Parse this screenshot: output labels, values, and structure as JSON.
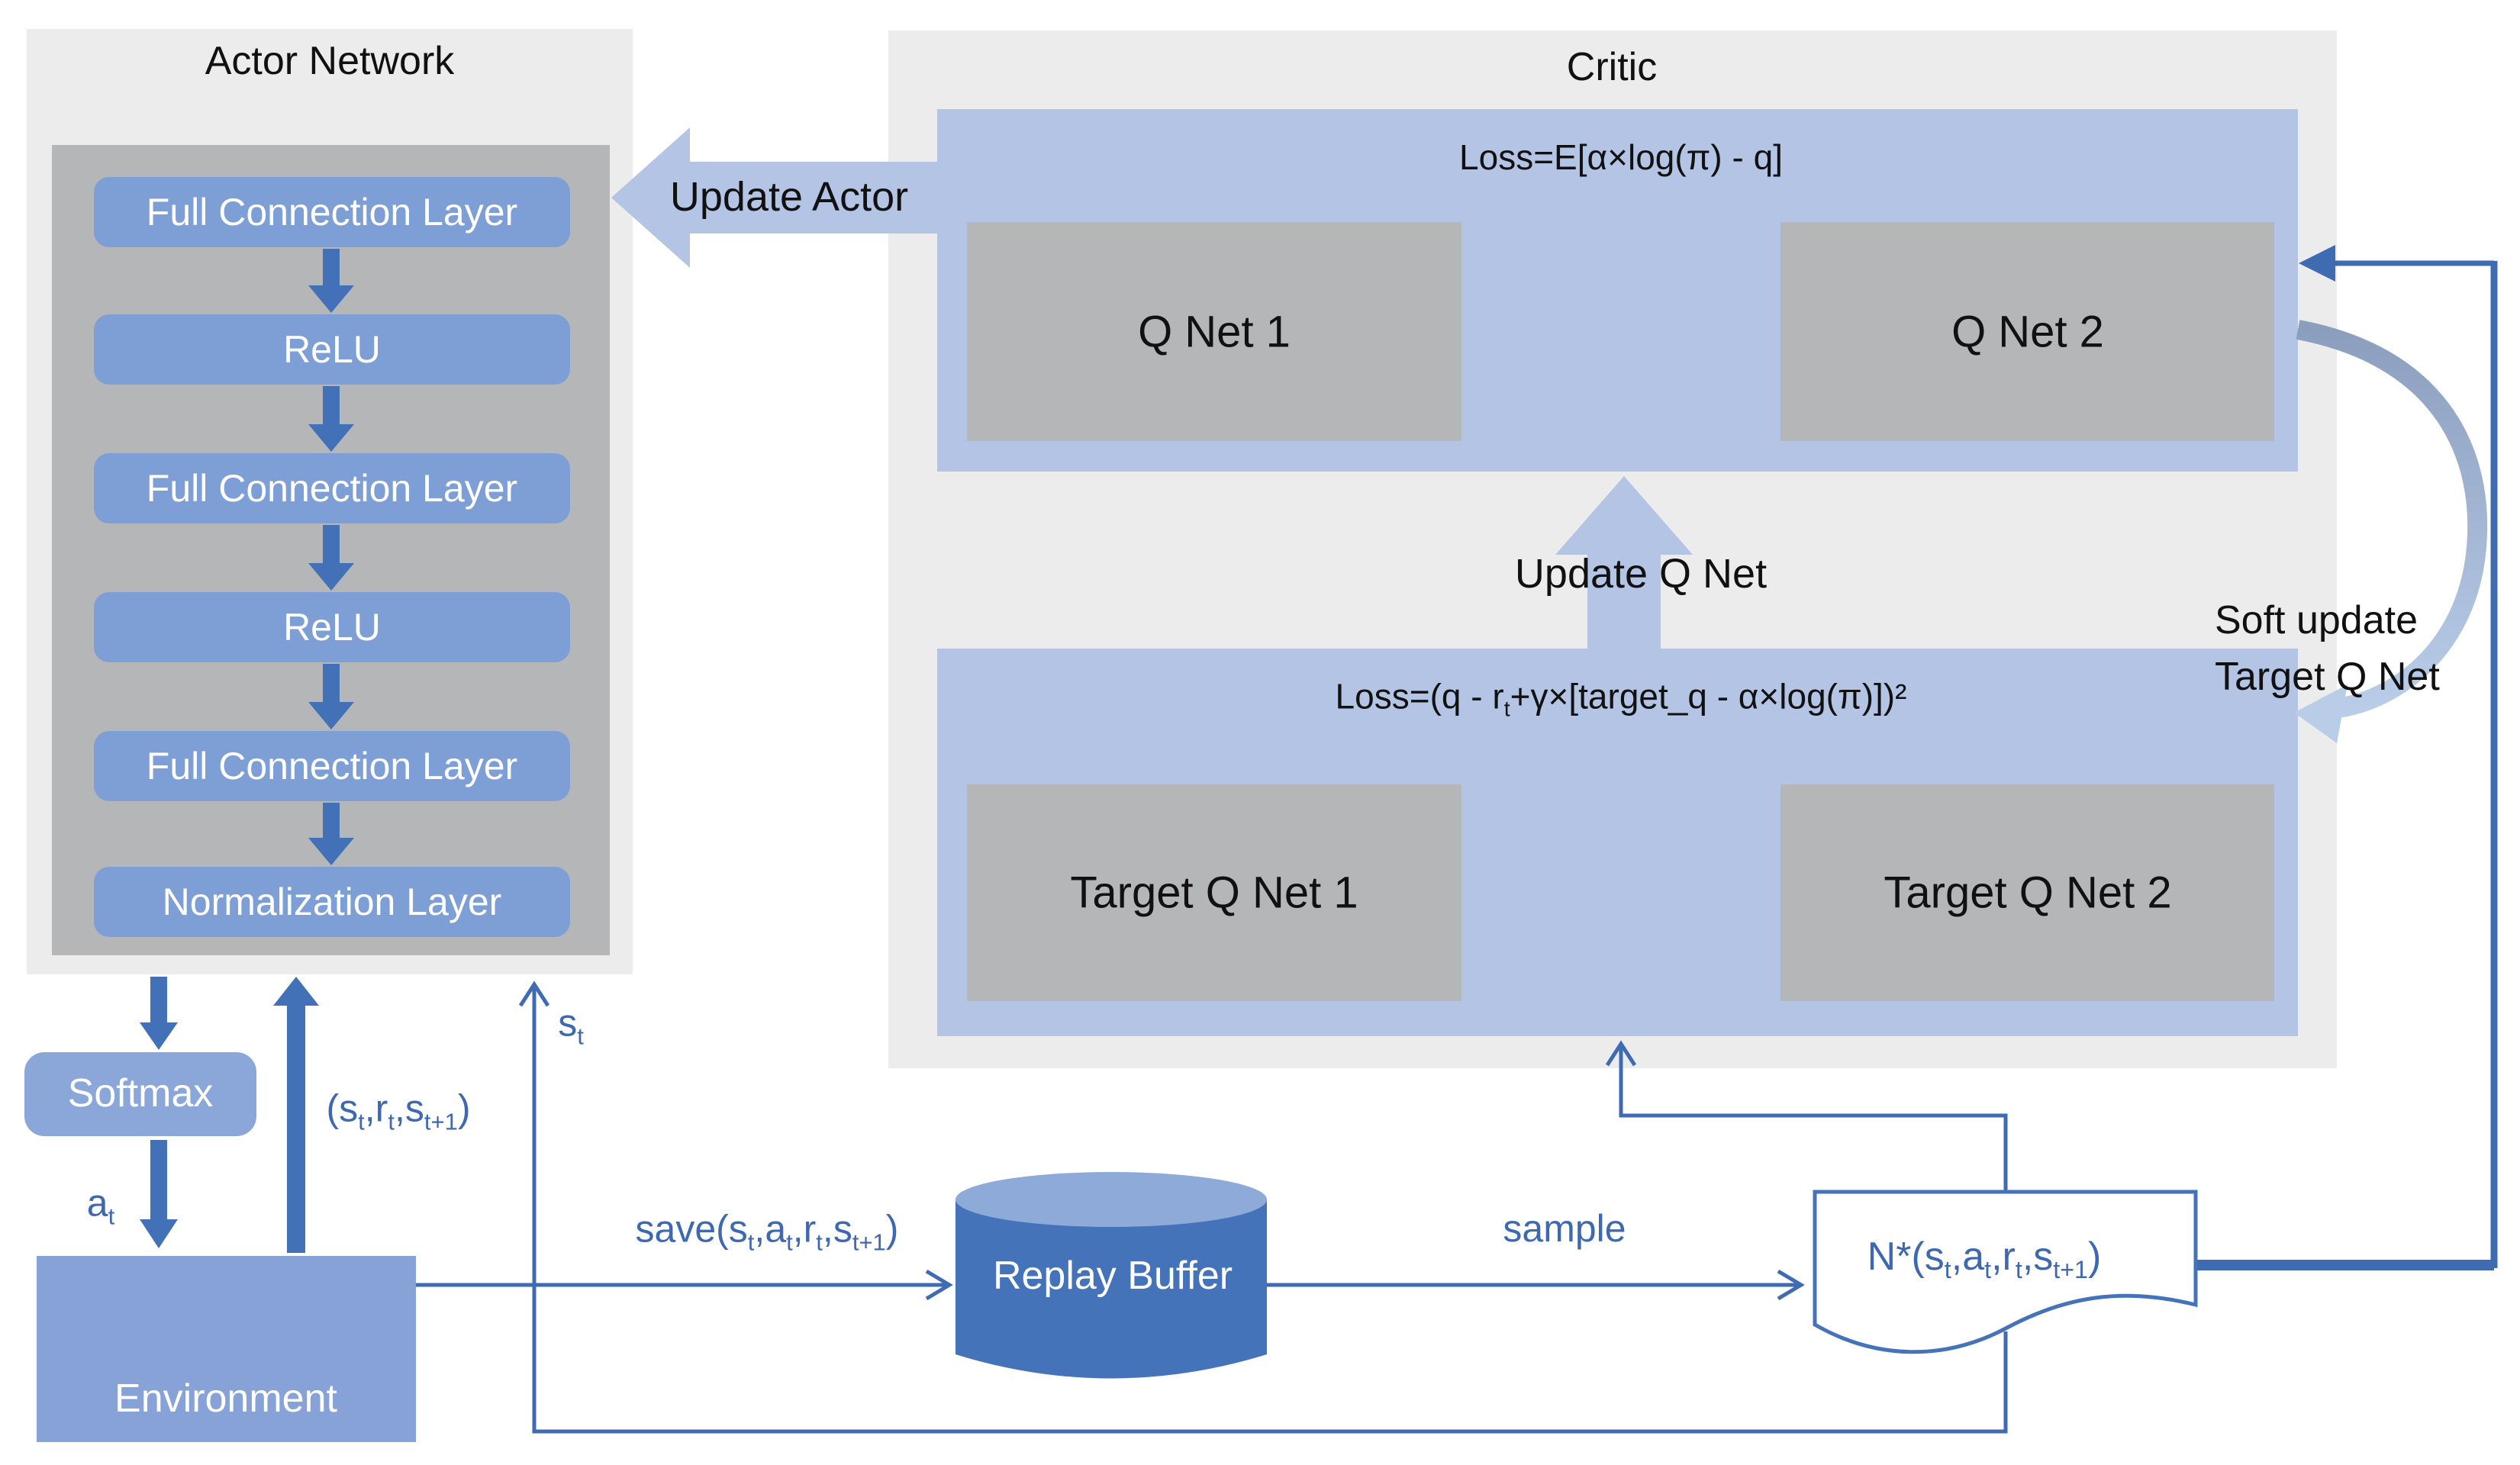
{
  "colors": {
    "page_bg": "#FFFFFF",
    "panel_gray": "#ECECEC",
    "net_gray": "#B5B6B8",
    "loss_box_blue": "#B3C4E4",
    "pill_blue": "#7E9FD6",
    "softmax_blue": "#8BA7DA",
    "environment_blue": "#86A2D6",
    "solid_arrow_blue": "#4371B7",
    "line_blue": "#3E6BB2",
    "cylinder_blue": "#4573B9",
    "cylinder_top_blue": "#8EAAD9",
    "curve_start": "#8C9EBE",
    "curve_end": "#B9CDE9",
    "label_blue": "#3E68B0",
    "ink": "#111111"
  },
  "actor": {
    "title": "Actor Network",
    "layers": [
      "Full Connection Layer",
      "ReLU",
      "Full Connection Layer",
      "ReLU",
      "Full Connection Layer",
      "Normalization Layer"
    ]
  },
  "critic": {
    "title": "Critic",
    "q_box": {
      "loss": "Loss=E[α×log(π) - q]",
      "net1": "Q Net 1",
      "net2": "Q Net 2"
    },
    "target_box": {
      "loss": "Loss=(q - r_{t}+γ×[target_q - α×log(π)])²",
      "net1": "Target Q Net 1",
      "net2": "Target Q Net 2"
    }
  },
  "flows": {
    "update_actor": "Update Actor",
    "update_q_net": "Update Q Net",
    "soft_update_line1": "Soft update",
    "soft_update_line2": "Target Q Net",
    "save": "save(s_{t},a_{t},r_{t},s_{t+1})",
    "sample": "sample",
    "batch": "N*(s_{t},a_{t},r_{t},s_{t+1})",
    "action": "a_{t}",
    "transition": "(s_{t},r_{t},s_{t+1})",
    "state": "s_{t}"
  },
  "nodes": {
    "softmax": "Softmax",
    "environment": "Environment",
    "replay_buffer": "Replay Buffer"
  }
}
